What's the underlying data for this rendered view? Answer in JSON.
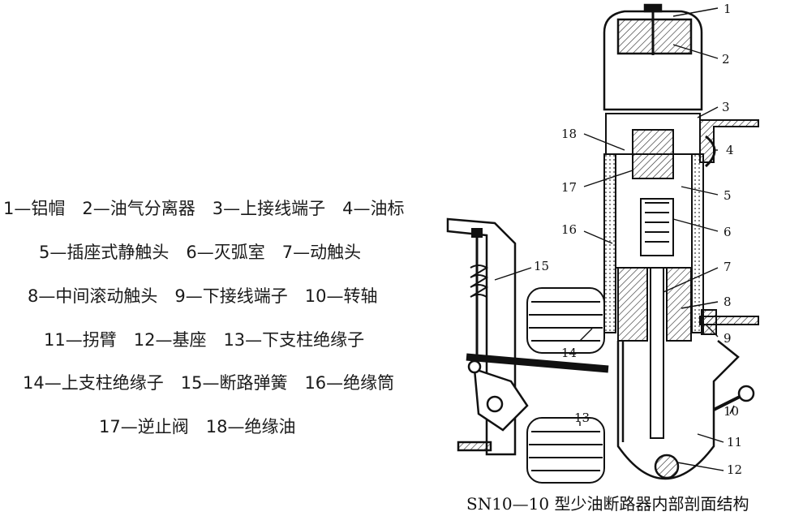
{
  "legend": [
    "1—铝帽　2—油气分离器　3—上接线端子　4—油标",
    "5—插座式静触头　6—灭弧室　7—动触头",
    "8—中间滚动触头　9—下接线端子　10—转轴",
    "11—拐臂　12—基座　13—下支柱绝缘子",
    "14—上支柱绝缘子　15—断路弹簧　16—绝缘筒",
    "17—逆止阀　18—绝缘油"
  ],
  "callouts": [
    "1",
    "2",
    "3",
    "4",
    "5",
    "6",
    "7",
    "8",
    "9",
    "10",
    "11",
    "12",
    "13",
    "14",
    "15",
    "16",
    "17",
    "18"
  ],
  "caption": "SN10—10 型少油断路器内部剖面结构"
}
